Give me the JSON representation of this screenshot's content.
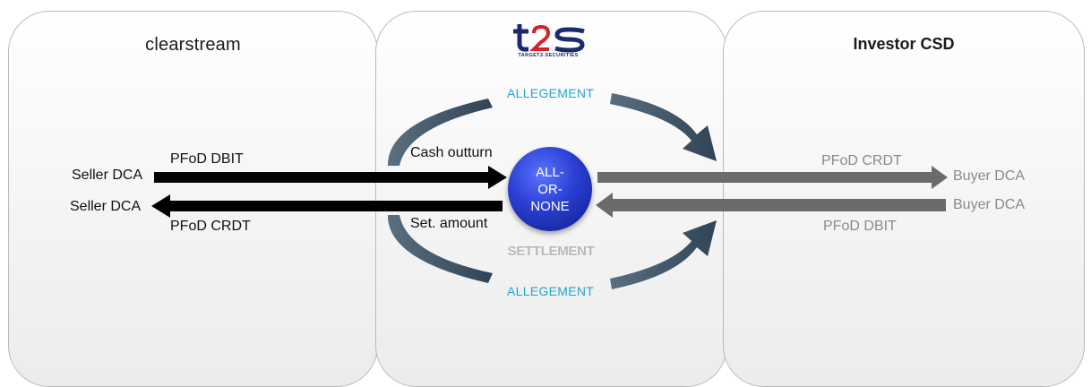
{
  "panels": {
    "left_title": "clearstream",
    "right_title": "Investor CSD"
  },
  "logo": {
    "text": "t2s",
    "subtitle": "TARGET2-SECURITIES",
    "color": "#1b2a6b"
  },
  "flows": {
    "seller_dca_top": "Seller DCA",
    "seller_dca_bottom": "Seller DCA",
    "pfod_dbit_left": "PFoD DBIT",
    "pfod_crdt_left": "PFoD CRDT",
    "cash_outturn": "Cash outturn",
    "set_amount": "Set. amount",
    "pfod_crdt_right": "PFoD CRDT",
    "pfod_dbit_right": "PFoD DBIT",
    "buyer_dca_top": "Buyer DCA",
    "buyer_dca_bottom": "Buyer DCA"
  },
  "allegement_top": "ALLEGEMENT",
  "allegement_bottom": "ALLEGEMENT",
  "all_or_none": [
    "ALL-",
    "OR-",
    "NONE"
  ],
  "settlement": "SETTLEMENT",
  "colors": {
    "black_arrow": "#000000",
    "grey_arrow": "#6b6b6b",
    "curve_arrow": "#3e5466",
    "allegement": "#23a6c9",
    "aon_circle": "#2a3fd1"
  }
}
